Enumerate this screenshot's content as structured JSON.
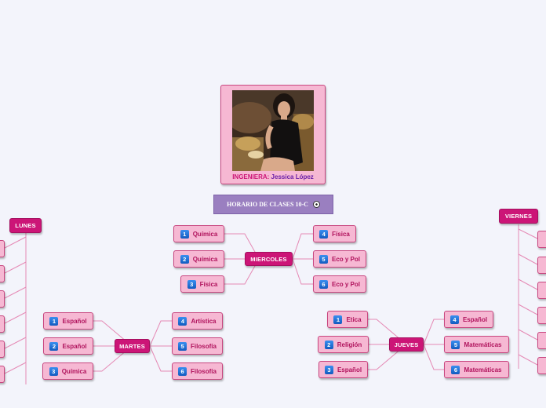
{
  "profile": {
    "role_label": "INGENIERA:",
    "name": "Jessica López",
    "role_color": "#cc1577",
    "name_color": "#6a1fa8"
  },
  "title": {
    "text": "HORARIO DE CLASES 10-C",
    "icon": "soccer-ball-icon"
  },
  "days": {
    "lunes": {
      "label": "LUNES"
    },
    "martes": {
      "label": "MARTES",
      "left": [
        {
          "n": "1",
          "subject": "Español"
        },
        {
          "n": "2",
          "subject": "Español"
        },
        {
          "n": "3",
          "subject": "Química"
        }
      ],
      "right": [
        {
          "n": "4",
          "subject": "Artística"
        },
        {
          "n": "5",
          "subject": "Filosofía"
        },
        {
          "n": "6",
          "subject": "Filosofía"
        }
      ]
    },
    "miercoles": {
      "label": "MIERCOLES",
      "left": [
        {
          "n": "1",
          "subject": "Química"
        },
        {
          "n": "2",
          "subject": "Química"
        },
        {
          "n": "3",
          "subject": "Física"
        }
      ],
      "right": [
        {
          "n": "4",
          "subject": "Física"
        },
        {
          "n": "5",
          "subject": "Eco y Pol"
        },
        {
          "n": "6",
          "subject": "Eco y Pol"
        }
      ]
    },
    "jueves": {
      "label": "JUEVES",
      "left": [
        {
          "n": "1",
          "subject": "Etica"
        },
        {
          "n": "2",
          "subject": "Religión"
        },
        {
          "n": "3",
          "subject": "Español"
        }
      ],
      "right": [
        {
          "n": "4",
          "subject": "Español"
        },
        {
          "n": "5",
          "subject": "Matemáticas"
        },
        {
          "n": "6",
          "subject": "Matemáticas"
        }
      ]
    },
    "viernes": {
      "label": "VIERNES"
    }
  }
}
